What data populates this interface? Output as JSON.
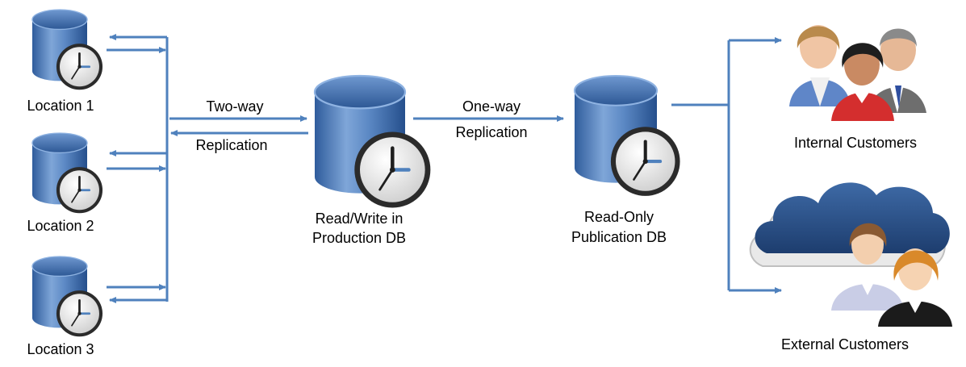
{
  "locations": [
    {
      "label": "Location 1"
    },
    {
      "label": "Location 2"
    },
    {
      "label": "Location 3"
    }
  ],
  "links": {
    "two_way_top": "Two-way",
    "two_way_bottom": "Replication",
    "one_way_top": "One-way",
    "one_way_bottom": "Replication"
  },
  "production_db": {
    "line1": "Read/Write in",
    "line2": "Production DB"
  },
  "publication_db": {
    "line1": "Read-Only",
    "line2": "Publication DB"
  },
  "customers": {
    "internal": "Internal Customers",
    "external": "External Customers"
  },
  "icons": {
    "database": "database-clock-icon",
    "internal_customers": "people-group-icon",
    "external_customers": "cloud-users-icon"
  },
  "colors": {
    "arrow": "#4f81bd",
    "db_body": "#4a78b8",
    "db_top": "#2f5a96",
    "clock_face": "#f2f2f2",
    "clock_rim": "#2b2b2b"
  }
}
